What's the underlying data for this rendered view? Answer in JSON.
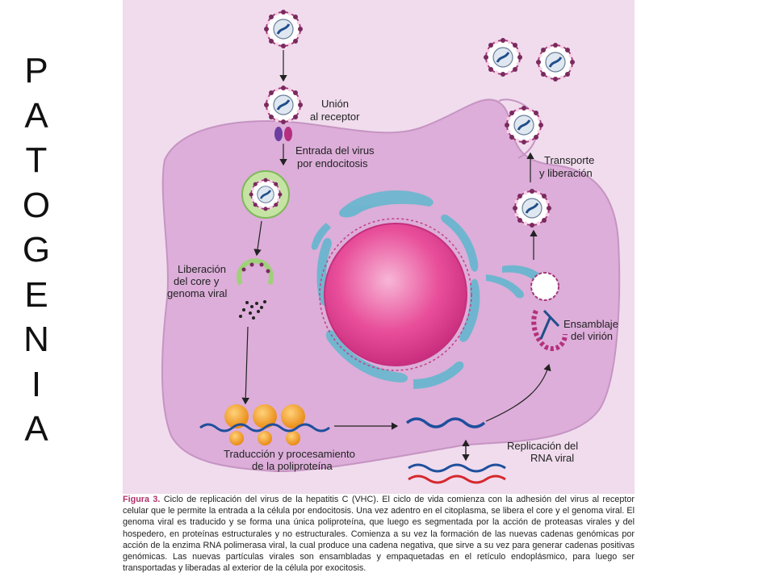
{
  "slide_title_letters": [
    "P",
    "A",
    "T",
    "O",
    "G",
    "E",
    "N",
    "I",
    "A"
  ],
  "colors": {
    "background": "#f0dced",
    "cell": "#dcaed9",
    "nucleus": "#e84e9a",
    "er": "#6bb6cf",
    "endosome": "#c5e3a3",
    "vesicle": "#bfe1c3",
    "ribosome": "#f3a22a",
    "rna_blue": "#1e4f9c",
    "rna_red": "#d5282d",
    "caption_label": "#b0306a"
  },
  "diagram": {
    "labels": {
      "union": [
        "Unión",
        "al receptor"
      ],
      "entrada": [
        "Entrada del virus",
        "por endocitosis"
      ],
      "liberacion": [
        "Liberación",
        "del core y",
        "genoma viral"
      ],
      "traduccion": [
        "Traducción y procesamiento",
        "de la poliproteína"
      ],
      "replicacion": [
        "Replicación del",
        "RNA viral"
      ],
      "ensamblaje": [
        "Ensamblaje",
        "del virión"
      ],
      "transporte": [
        "Transporte",
        "y liberación"
      ]
    }
  },
  "caption": {
    "label": "Figura 3.",
    "text": "Ciclo de replicación del virus de la hepatitis C (VHC). El ciclo de vida comienza con la adhesión del virus al receptor celular que le permite la entrada a la célula por endocitosis. Una vez adentro en el citoplasma, se libera el core y el genoma viral. El genoma viral es traducido y se forma una única poliproteína, que luego es segmentada por la acción de proteasas virales y del hospedero, en proteínas estructurales y no estructurales. Comienza a su vez la formación de las nuevas cadenas genómicas por acción de la enzima RNA polimerasa viral, la cual produce una cadena negativa, que sirve a su vez para generar cadenas positivas genómicas. Las nuevas partículas virales son ensambladas y empaquetadas en el retículo endoplásmico, para luego ser transportadas y liberadas al exterior de la célula por exocitosis."
  }
}
